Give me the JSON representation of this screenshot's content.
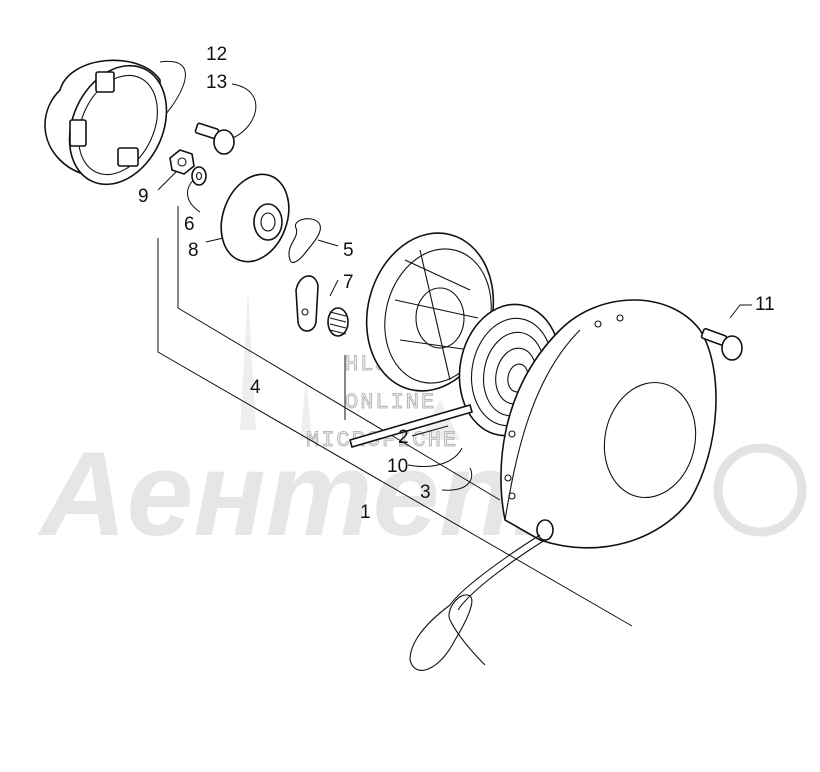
{
  "watermark": {
    "brand": "Aeнmenn",
    "lines": [
      "HLSM",
      "ONLINE",
      "MICROFICHE"
    ]
  },
  "callouts": [
    {
      "id": "12",
      "text": "12"
    },
    {
      "id": "13",
      "text": "13"
    },
    {
      "id": "9",
      "text": "9"
    },
    {
      "id": "6",
      "text": "6"
    },
    {
      "id": "8",
      "text": "8"
    },
    {
      "id": "5",
      "text": "5"
    },
    {
      "id": "7",
      "text": "7"
    },
    {
      "id": "4",
      "text": "4"
    },
    {
      "id": "11",
      "text": "11"
    },
    {
      "id": "2",
      "text": "2"
    },
    {
      "id": "10",
      "text": "10"
    },
    {
      "id": "3",
      "text": "3"
    },
    {
      "id": "1",
      "text": "1"
    }
  ]
}
